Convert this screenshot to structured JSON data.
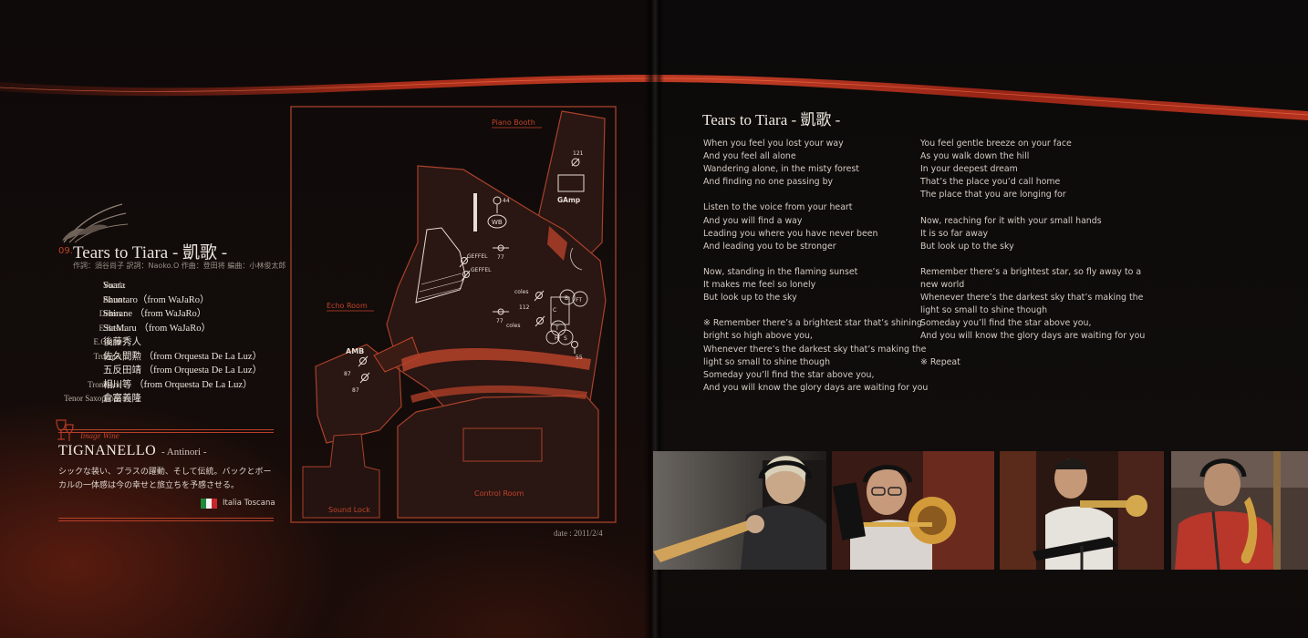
{
  "left_page": {
    "track_number": "09.",
    "track_title": "Tears to Tiara - 凱歌 -",
    "credits": "作詞：須谷尚子 訳詞：Naoko.O 作曲：登田将 編曲：小林俊太郎",
    "personnel": [
      {
        "role": "Vocal :",
        "name": "Suara"
      },
      {
        "role": "Piano :",
        "name": "Shuntaro（from WaJaRo）"
      },
      {
        "role": "Drums :",
        "name": "Shirane （from WaJaRo）"
      },
      {
        "role": "E.Bass :",
        "name": "SutMaru （from WaJaRo）"
      },
      {
        "role": "E.Guitar :",
        "name": "後藤秀人"
      },
      {
        "role": "Trumpet :",
        "name": "佐久間勲 （from Orquesta De La Luz）"
      },
      {
        "role": "",
        "name": "五反田靖 （from Orquesta De La Luz）"
      },
      {
        "role": "Trombone :",
        "name": "相川等 （from Orquesta De La Luz）"
      },
      {
        "role": "Tenor Saxophone :",
        "name": "倉富義隆"
      }
    ],
    "wine": {
      "label": "Image Wine",
      "name": "TIGNANELLO",
      "maker": "- Antinori -",
      "description": "シックな装い、ブラスの躍動、そして伝統。バックとボーカルの一体感は今の幸せと旅立ちを予感させる。",
      "region": "Italia Toscana"
    },
    "studio_labels": {
      "piano_booth": "Piano Booth",
      "echo_room": "Echo Room",
      "control_room": "Control Room",
      "sound_lock": "Sound Lock",
      "amb": "AMB",
      "gamp": "GAmp",
      "wb": "WB",
      "geffel_1": "GEFFEL",
      "geffel_2": "GEFFEL",
      "coles_1": "coles",
      "coles_2": "coles",
      "mic_121": "121",
      "mic_44": "44",
      "mic_77a": "77",
      "mic_77b": "77",
      "mic_112": "112",
      "mic_55": "55",
      "mic_87a": "87",
      "mic_87b": "87",
      "dot_b": "B",
      "dot_c": "C",
      "dot_ft": "FT",
      "dot_h": "H",
      "dot_s": "S",
      "dot_t": "T"
    },
    "date": "date : 2011/2/4"
  },
  "right_page": {
    "title": "Tears to Tiara - 凱歌 -",
    "column1": [
      "When you feel you lost your way",
      "And you feel all alone",
      "Wandering alone, in the misty forest",
      "And finding no one passing by",
      "",
      "Listen to the voice from your heart",
      "And you will find a way",
      "Leading you where you have never been",
      "And leading you to be stronger",
      "",
      "Now, standing in the flaming sunset",
      "It makes me feel so lonely",
      "But look up to the sky",
      "",
      "※ Remember there’s a brightest star that’s shining",
      "bright so high above you,",
      "Whenever there’s the darkest sky that’s making the",
      "light so small to shine though",
      "Someday you’ll find the star above you,",
      "And you will know the glory days are waiting for you"
    ],
    "column2": [
      "You feel gentle breeze on your face",
      "As you walk down the hill",
      "In your deepest dream",
      "That’s the place you’d call home",
      "The place that you are longing for",
      "",
      "Now, reaching for it with your small hands",
      "It is so far away",
      "But look up to the sky",
      "",
      "Remember there’s a brightest star, so fly away to a",
      "new world",
      "Whenever there’s the darkest sky that’s making the",
      "light so small to shine though",
      "Someday you’ll find the star above you,",
      "And you will know the glory days are waiting for you",
      "",
      "※ Repeat"
    ],
    "photos": [
      {
        "subject": "trumpet player in headphones",
        "instrument": "trumpet"
      },
      {
        "subject": "trombone player with glasses",
        "instrument": "trombone"
      },
      {
        "subject": "trumpet player at music stand",
        "instrument": "trumpet"
      },
      {
        "subject": "saxophone player in red jacket",
        "instrument": "saxophone"
      }
    ]
  },
  "colors": {
    "accent_red": "#c0442a",
    "floor_line": "#a8412b",
    "text_light": "#d9cfc6"
  }
}
